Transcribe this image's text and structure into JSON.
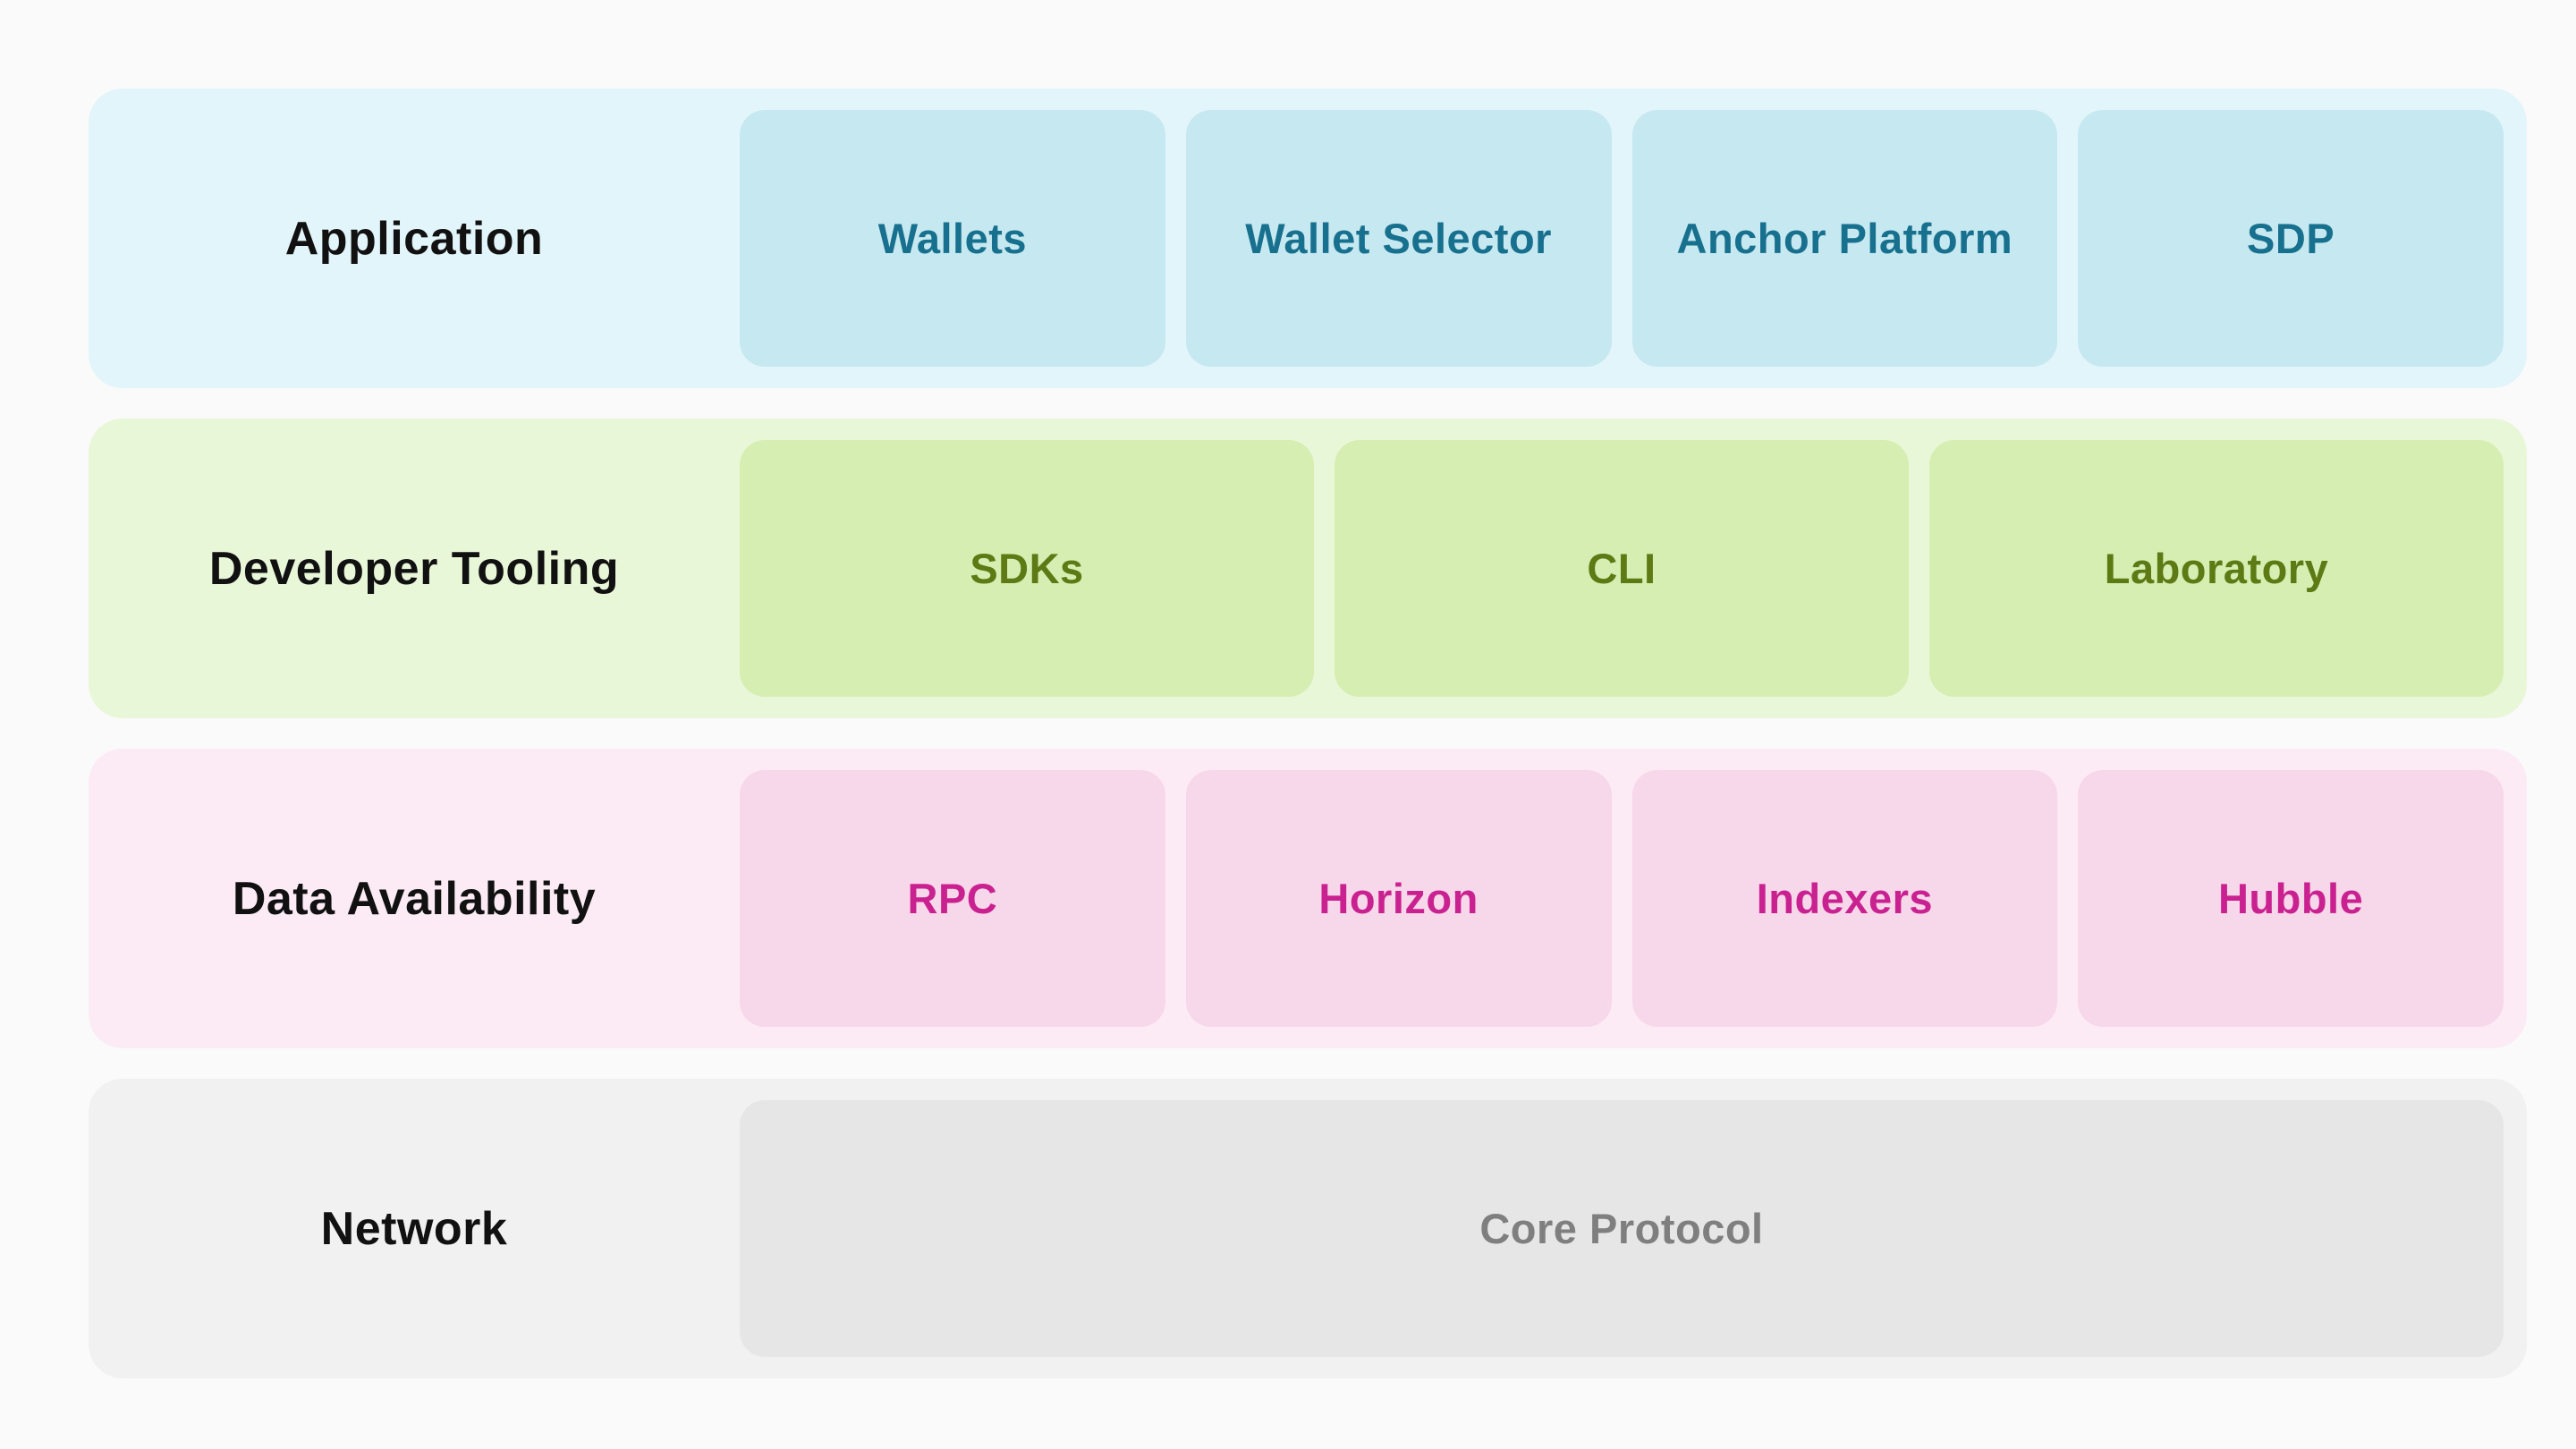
{
  "page": {
    "background": "#fafafa",
    "label_color": "#111111"
  },
  "rows": [
    {
      "id": "application",
      "label": "Application",
      "row_bg": "#e2f5fa",
      "box_bg": "#c6e8f0",
      "box_text_color": "#17708e",
      "boxes": [
        "Wallets",
        "Wallet Selector",
        "Anchor Platform",
        "SDP"
      ]
    },
    {
      "id": "developer-tooling",
      "label": "Developer Tooling",
      "row_bg": "#e9f7d9",
      "box_bg": "#d6eeb1",
      "box_text_color": "#5d7a15",
      "boxes": [
        "SDKs",
        "CLI",
        "Laboratory"
      ]
    },
    {
      "id": "data-availability",
      "label": "Data Availability",
      "row_bg": "#fcebf5",
      "box_bg": "#f7d7ea",
      "box_text_color": "#ca2191",
      "boxes": [
        "RPC",
        "Horizon",
        "Indexers",
        "Hubble"
      ]
    },
    {
      "id": "network",
      "label": "Network",
      "row_bg": "#f1f1f1",
      "box_bg": "#e6e6e6",
      "box_text_color": "#7f7f7f",
      "boxes": [
        "Core Protocol"
      ]
    }
  ]
}
